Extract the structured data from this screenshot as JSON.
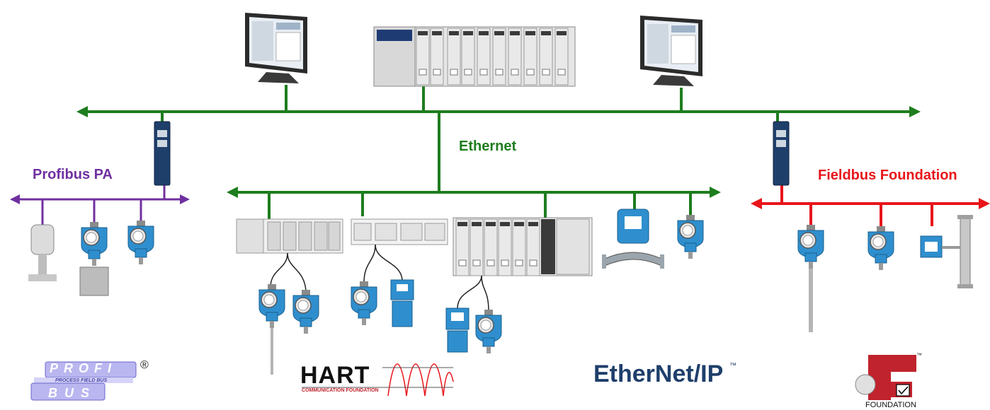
{
  "colors": {
    "ethernet": "#1e7d1e",
    "profibus": "#7030a0",
    "fieldbus": "#e8151b",
    "device_blue": "#2f8fce",
    "plc_gray": "#d9d9d9"
  },
  "labels": {
    "ethernet": "Ethernet",
    "profibus": "Profibus PA",
    "fieldbus": "Fieldbus Foundation"
  },
  "logos": {
    "profibus_top": "PROFI",
    "profibus_sub": "PROCESS FIELD BUS",
    "profibus_bottom": "BUS",
    "profibus_reg": "®",
    "hart_main": "HART",
    "hart_sub": "COMMUNICATION FOUNDATION",
    "ethernetip": "EtherNet/IP",
    "ethernetip_tm": "™",
    "foundation": "FOUNDATION",
    "foundation_tm": "™"
  },
  "icons": [
    "monitor-icon",
    "plc-rack-icon",
    "gateway-icon",
    "pressure-transmitter-icon",
    "flowmeter-icon",
    "level-probe-icon",
    "io-module-icon"
  ]
}
